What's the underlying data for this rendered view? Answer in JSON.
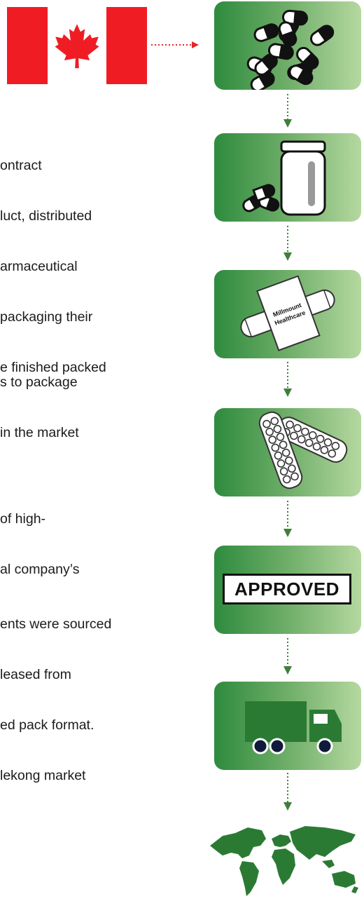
{
  "flag": {
    "colors": {
      "red": "#ef1c24",
      "white": "#ffffff"
    },
    "icon": "maple-leaf-icon"
  },
  "paragraphs": [
    {
      "lines": [
        "ontract",
        "luct, distributed",
        "armaceutical",
        "packaging their",
        "e finished packed"
      ]
    },
    {
      "lines": [
        "s to package",
        "in the market"
      ]
    },
    {
      "lines": [
        "of high-",
        "al company’s"
      ]
    },
    {
      "lines": [
        "ents were sourced",
        "leased from",
        "ed pack format.",
        "lekong market"
      ]
    }
  ],
  "steps": [
    {
      "icon": "capsules-icon"
    },
    {
      "icon": "pill-jar-icon"
    },
    {
      "icon": "carton-icon",
      "label_line1": "Millmount",
      "label_line2": "Healthcare"
    },
    {
      "icon": "blister-pack-icon"
    },
    {
      "icon": "approved-stamp-icon",
      "label": "APPROVED"
    },
    {
      "icon": "truck-icon"
    }
  ],
  "destination": {
    "icon": "world-map-icon"
  },
  "accent": {
    "green": "#2e8b3e",
    "connector": "#3f7f3a",
    "arrow_red": "#e02828"
  }
}
